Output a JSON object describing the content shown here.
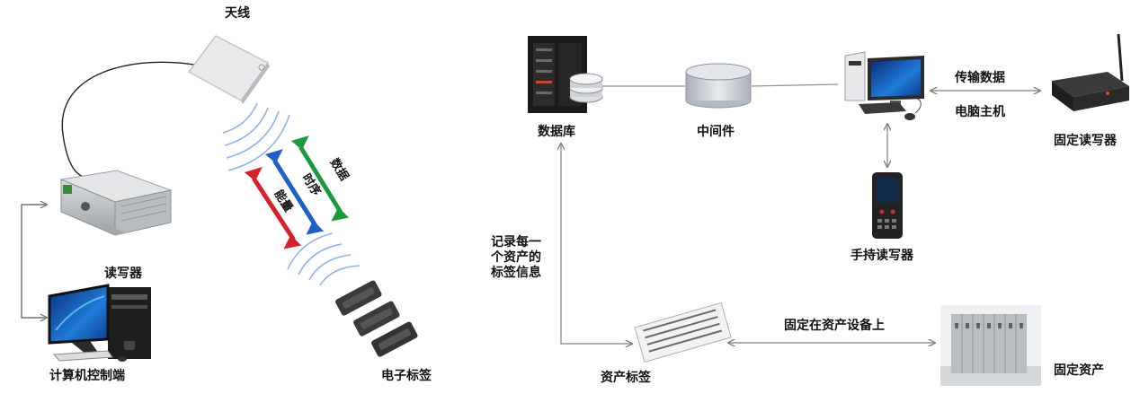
{
  "left": {
    "antenna_label": "天线",
    "reader_label": "读写器",
    "computer_label": "计算机控制端",
    "tag_label": "电子标签",
    "arrow_data": "数据",
    "arrow_timing": "时序",
    "arrow_energy": "能量"
  },
  "right": {
    "database_label": "数据库",
    "middleware_label": "中间件",
    "host_label": "电脑主机",
    "transmit_label": "传输数据",
    "fixed_reader_label": "固定读写器",
    "handheld_label": "手持读写器",
    "record_note": [
      "记录每一",
      "个资产的",
      "标签信息"
    ],
    "asset_tag_label": "资产标签",
    "fix_on_label": "固定在资产设备上",
    "fixed_asset_label": "固定资产"
  },
  "colors": {
    "arrow_data": "#1a9a3c",
    "arrow_timing": "#1f5fc8",
    "arrow_energy": "#d6202a",
    "wave": "#8fb3e6",
    "connector": "#808080"
  }
}
